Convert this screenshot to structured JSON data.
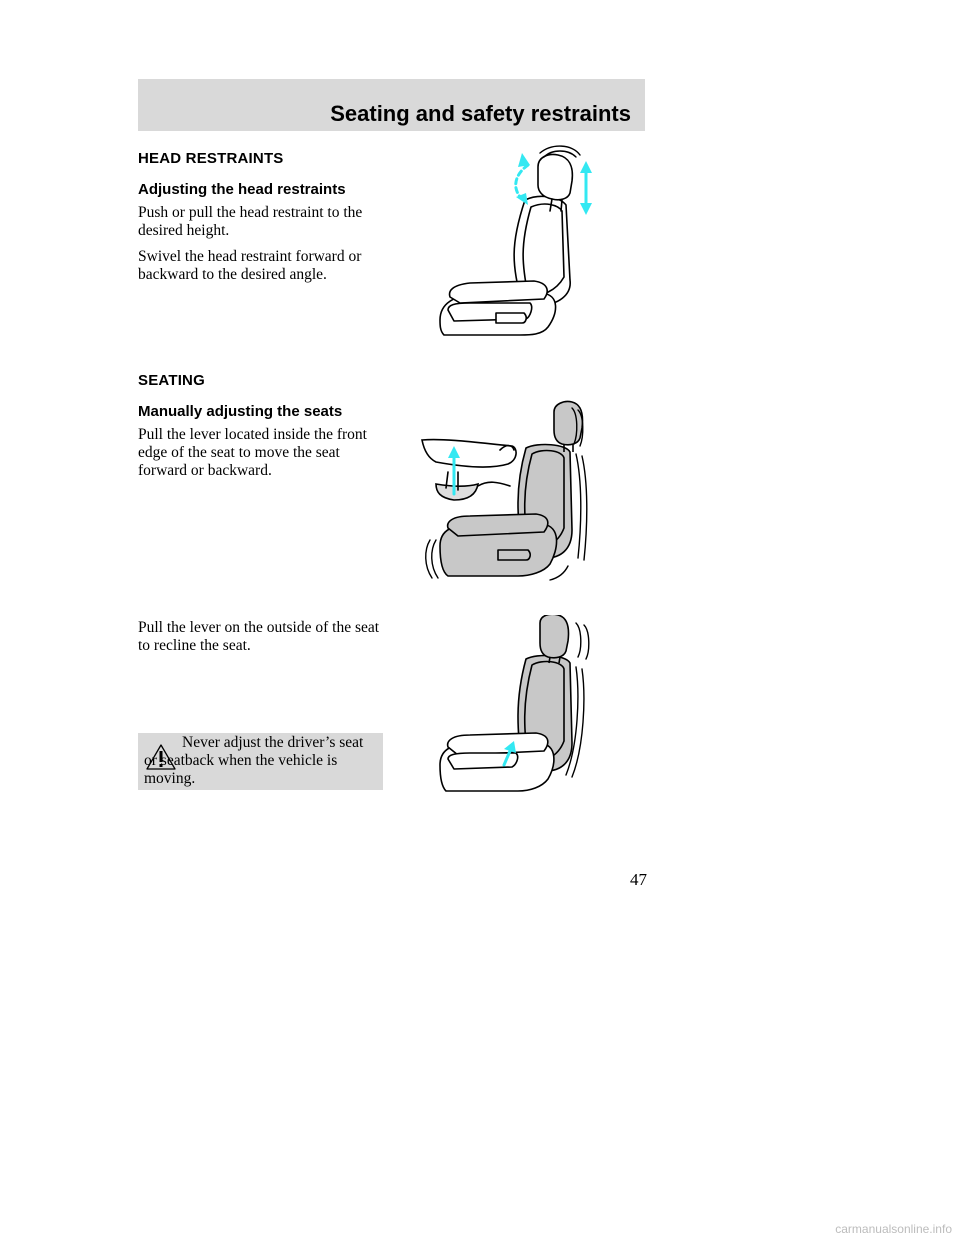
{
  "header": {
    "title": "Seating and safety restraints"
  },
  "head_restraints": {
    "heading": "HEAD RESTRAINTS",
    "subheading": "Adjusting the head restraints",
    "paragraphs": [
      "Push or pull the head restraint to the desired height.",
      "Swivel the head restraint forward or backward to the desired angle."
    ]
  },
  "seating": {
    "heading": "SEATING",
    "subheading": "Manually adjusting the seats",
    "paragraphs": [
      "Pull the lever located inside the front edge of the seat to move the seat forward or backward."
    ]
  },
  "recline": {
    "paragraphs": [
      "Pull the lever on the outside of the seat to recline the seat."
    ]
  },
  "warning": {
    "icon": "warning-triangle-icon",
    "text": "Never adjust the driver’s seat or seatback when the vehicle is moving."
  },
  "page_number": "47",
  "watermark": "carmanualsonline.info",
  "colors": {
    "arrow": "#33e8f2",
    "header_bg": "#d9d9d9",
    "seat_fill": "#c8c8c8"
  }
}
